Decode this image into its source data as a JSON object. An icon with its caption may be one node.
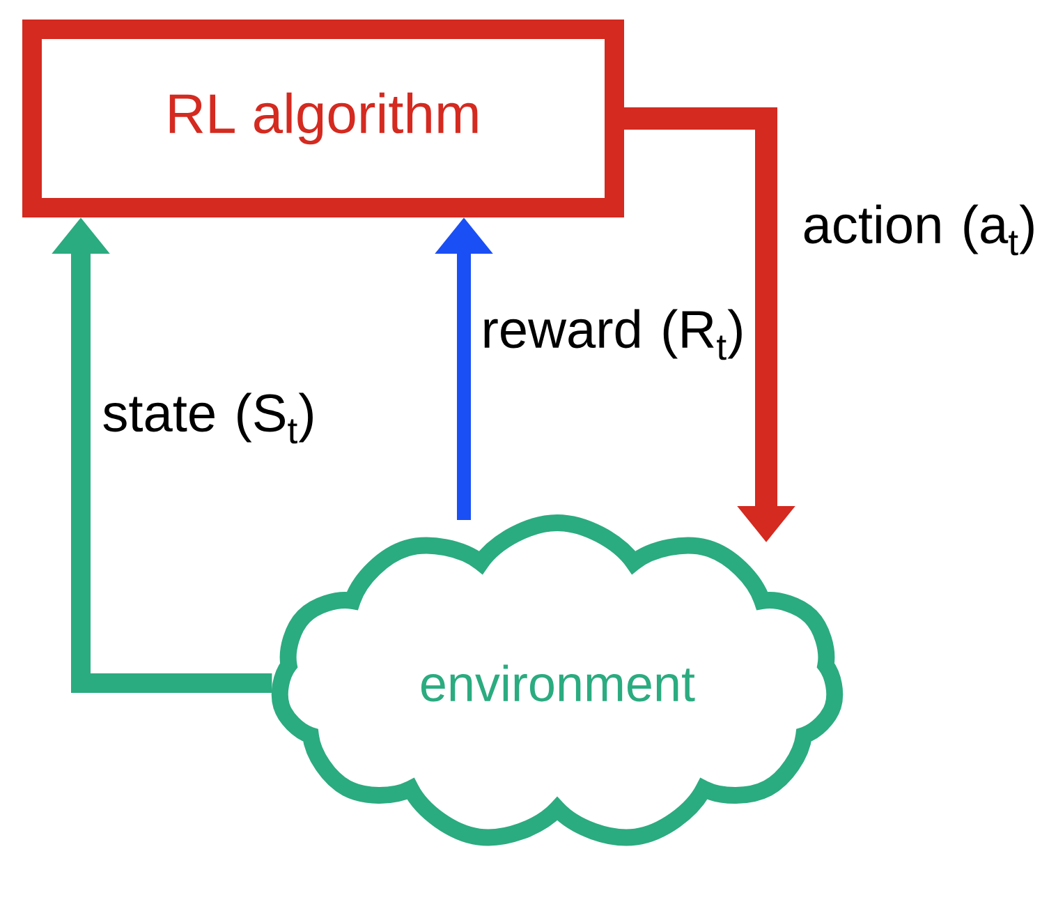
{
  "diagram": {
    "nodes": [
      {
        "text": [
          "RL algorithm"
        ]
      },
      {
        "text": [
          "environment"
        ]
      }
    ],
    "edges": [
      {
        "from": 0,
        "to": 1,
        "arrow": "to",
        "label": "action (a$_{t}$)",
        "color": "#d42a20"
      },
      {
        "from": 1,
        "to": 0,
        "arrow": "to",
        "label": "reward (R$_{t}$)",
        "color": "#1a4ff5"
      },
      {
        "from": 1,
        "to": 0,
        "arrow": "to",
        "label": "state (S$_{t}$)",
        "color": "#2bab80"
      }
    ]
  }
}
